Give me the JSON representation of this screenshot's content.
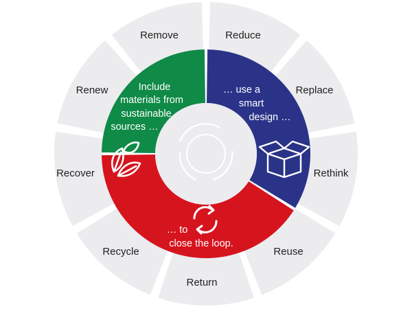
{
  "diagram": {
    "outer_ring": {
      "fill": "#ececef",
      "items": [
        {
          "label": "Reduce"
        },
        {
          "label": "Replace"
        },
        {
          "label": "Rethink"
        },
        {
          "label": "Reuse"
        },
        {
          "label": "Return"
        },
        {
          "label": "Recycle"
        },
        {
          "label": "Recover"
        },
        {
          "label": "Renew"
        },
        {
          "label": "Remove"
        }
      ]
    },
    "inner_ring": {
      "segments": [
        {
          "id": "sustainable-materials",
          "color": "#0f8a47",
          "lines": [
            "Include",
            "materials from",
            "sustainable",
            "sources …"
          ],
          "icon": "leaves-icon"
        },
        {
          "id": "smart-design",
          "color": "#2b3388",
          "lines": [
            "… use a",
            "smart",
            "design …"
          ],
          "icon": "open-box-icon"
        },
        {
          "id": "close-loop",
          "color": "#d6141e",
          "lines": [
            "… to",
            "close the loop."
          ],
          "icon": "recycle-arrows-icon"
        }
      ]
    },
    "center": {
      "fill": "#ececef",
      "icon": "cycle-arrows-icon"
    }
  }
}
